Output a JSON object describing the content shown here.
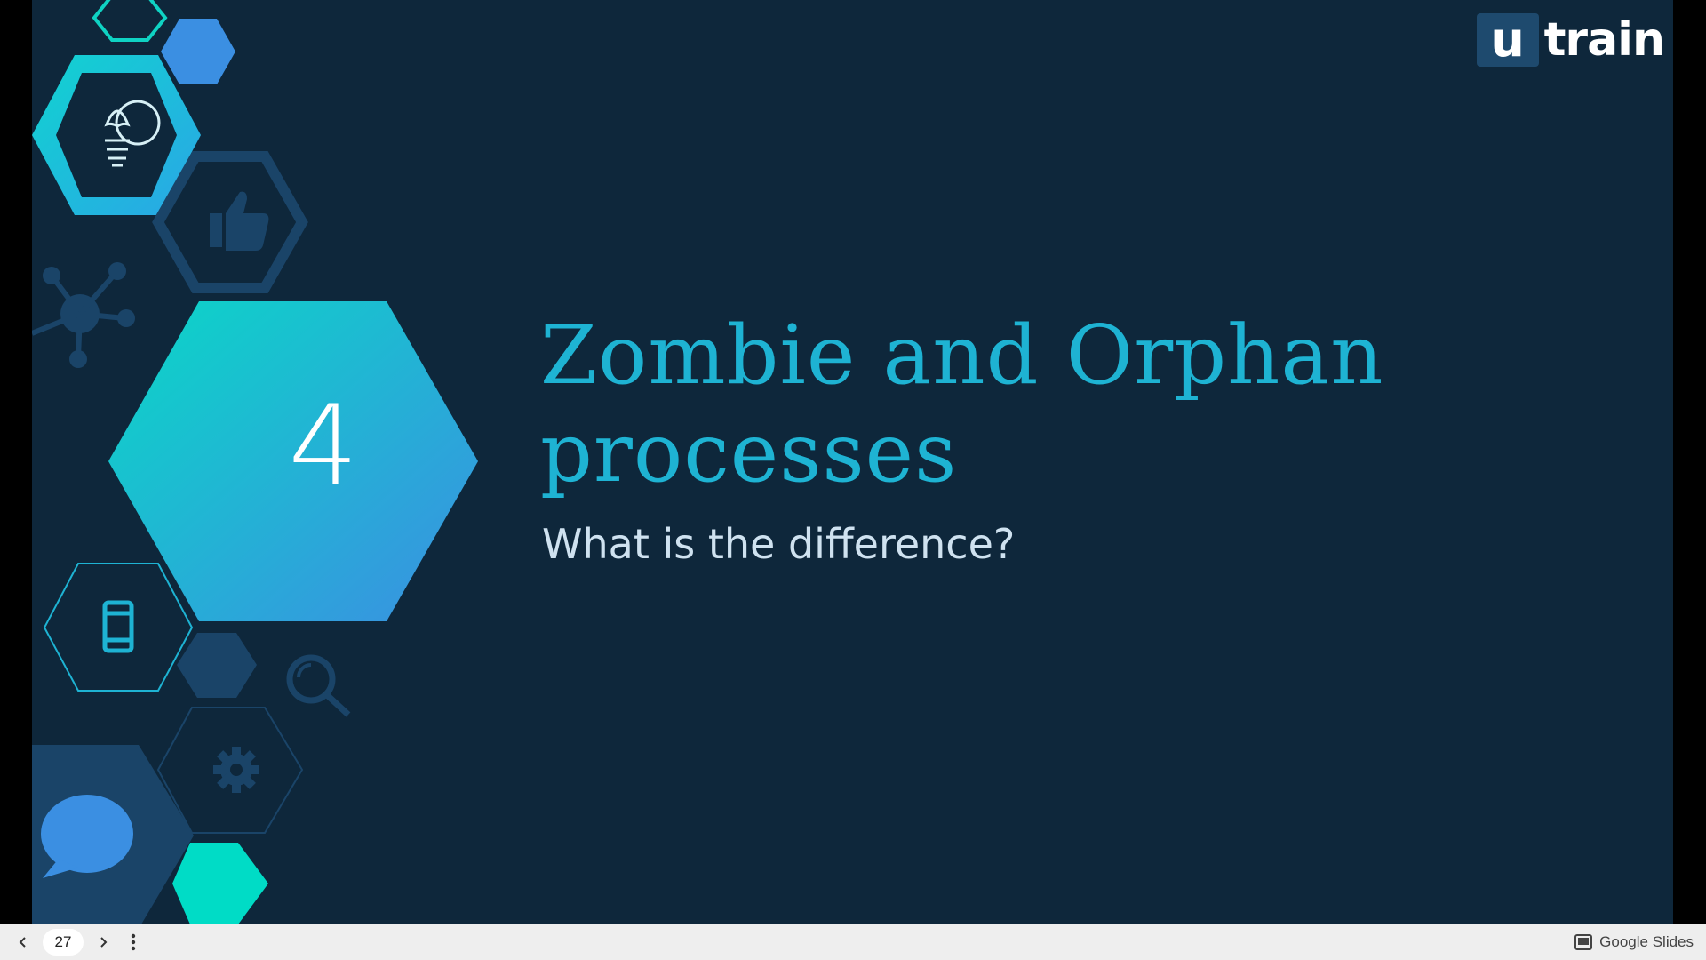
{
  "slide": {
    "section_number": "4",
    "title_line1": "Zombie and Orphan",
    "title_line2": "processes",
    "subtitle": "What is the difference?",
    "logo": {
      "mark": "u",
      "word": "train"
    }
  },
  "toolbar": {
    "page_number": "27",
    "brand_label": "Google Slides"
  },
  "colors": {
    "slide_background": "#0e273b",
    "title": "#1eb3d3",
    "teal": "#0ad7c7",
    "blue": "#3b8fe2",
    "dark_hex": "#1a4468"
  },
  "icons": [
    "lightbulb-icon",
    "thumbs-up-icon",
    "network-icon",
    "smartphone-icon",
    "magnifier-icon",
    "gear-icon",
    "chat-bubble-icon",
    "chevron-left-icon",
    "chevron-right-icon",
    "more-vert-icon",
    "slides-icon"
  ]
}
